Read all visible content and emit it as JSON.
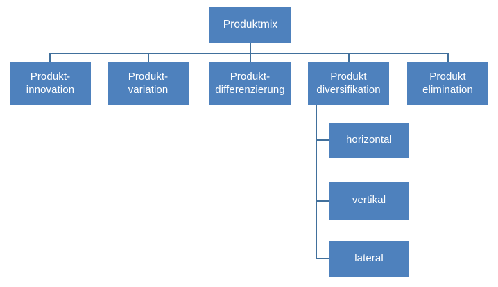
{
  "diagram": {
    "title_node": {
      "id": "produktmix",
      "label": "Produktmix"
    },
    "level2": [
      {
        "id": "produkt-innovation",
        "label": "Produkt-\ninnovation"
      },
      {
        "id": "produkt-variation",
        "label": "Produkt-\nvariation"
      },
      {
        "id": "produkt-differenzierung",
        "label": "Produkt-\ndifferenzierung"
      },
      {
        "id": "produkt-diversifikation",
        "label": "Produkt\ndiversifikation"
      },
      {
        "id": "produkt-elimination",
        "label": "Produkt\nelimination"
      }
    ],
    "level3": [
      {
        "id": "horizontal",
        "label": "horizontal"
      },
      {
        "id": "vertikal",
        "label": "vertikal"
      },
      {
        "id": "lateral",
        "label": "lateral"
      }
    ],
    "colors": {
      "node_fill": "#4E81BD",
      "node_text": "#FFFFFF",
      "connector": "#41709C",
      "background": "#FFFFFF"
    }
  }
}
